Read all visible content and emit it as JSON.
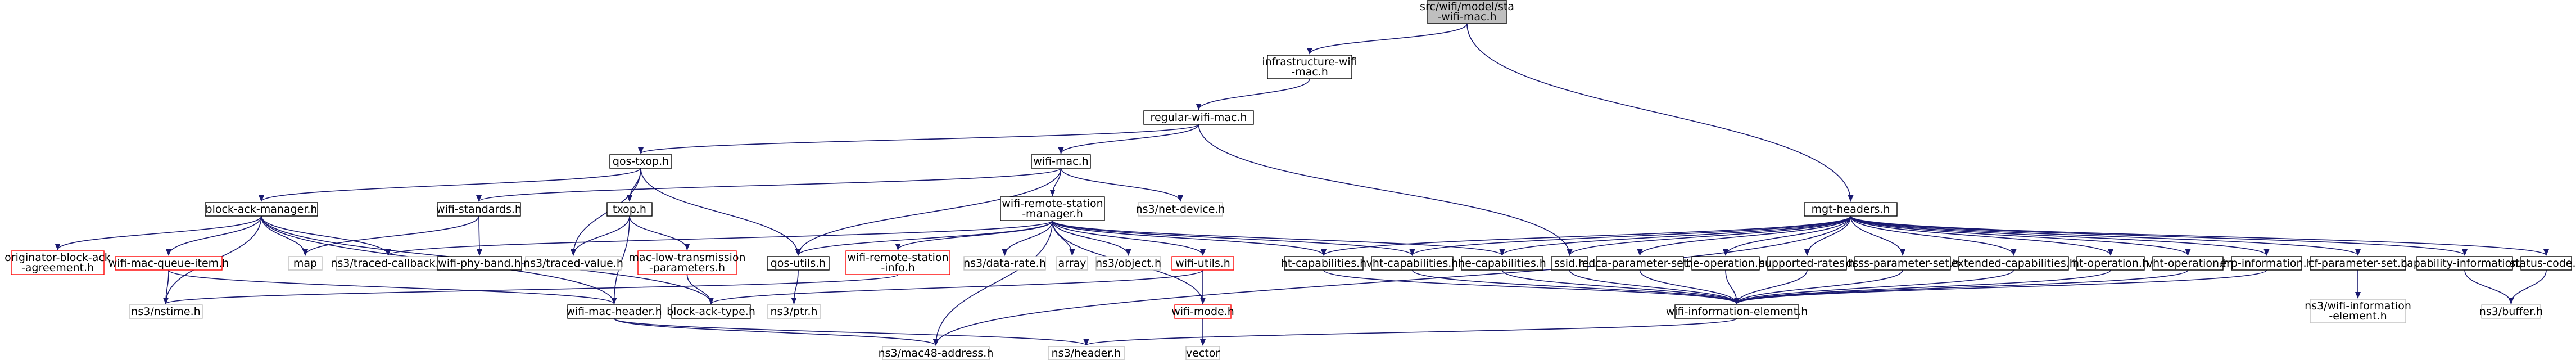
{
  "colors": {
    "root_fill": "#bfbfbf",
    "box_border": "#000000",
    "missing_border": "#bfbfbf",
    "red_border": "#ff0000",
    "edge": "#191970",
    "text": "#000000",
    "background": "#ffffff"
  },
  "nodes": [
    {
      "id": "root",
      "lines": [
        "src/wifi/model/sta",
        "-wifi-mac.h"
      ],
      "style": "root"
    },
    {
      "id": "infra",
      "lines": [
        "infrastructure-wifi",
        "-mac.h"
      ],
      "style": "box"
    },
    {
      "id": "regular",
      "lines": [
        "regular-wifi-mac.h"
      ],
      "style": "box"
    },
    {
      "id": "qostxop",
      "lines": [
        "qos-txop.h"
      ],
      "style": "box"
    },
    {
      "id": "wifimac",
      "lines": [
        "wifi-mac.h"
      ],
      "style": "box"
    },
    {
      "id": "blockack",
      "lines": [
        "block-ack-manager.h"
      ],
      "style": "box"
    },
    {
      "id": "wifistd",
      "lines": [
        "wifi-standards.h"
      ],
      "style": "box"
    },
    {
      "id": "txop",
      "lines": [
        "txop.h"
      ],
      "style": "box"
    },
    {
      "id": "wrsm",
      "lines": [
        "wifi-remote-station",
        "-manager.h"
      ],
      "style": "box"
    },
    {
      "id": "netdev",
      "lines": [
        "ns3/net-device.h"
      ],
      "style": "plain"
    },
    {
      "id": "mgt",
      "lines": [
        "mgt-headers.h"
      ],
      "style": "box"
    },
    {
      "id": "orig",
      "lines": [
        "originator-block-ack",
        "-agreement.h"
      ],
      "style": "red"
    },
    {
      "id": "queueitem",
      "lines": [
        "wifi-mac-queue-item.h"
      ],
      "style": "red"
    },
    {
      "id": "map",
      "lines": [
        "map"
      ],
      "style": "plain"
    },
    {
      "id": "tracedcb",
      "lines": [
        "ns3/traced-callback.h"
      ],
      "style": "plain"
    },
    {
      "id": "phyband",
      "lines": [
        "wifi-phy-band.h"
      ],
      "style": "box"
    },
    {
      "id": "tracedval",
      "lines": [
        "ns3/traced-value.h"
      ],
      "style": "plain"
    },
    {
      "id": "macltp",
      "lines": [
        "mac-low-transmission",
        "-parameters.h"
      ],
      "style": "red"
    },
    {
      "id": "qosutils",
      "lines": [
        "qos-utils.h"
      ],
      "style": "box"
    },
    {
      "id": "wrsi",
      "lines": [
        "wifi-remote-station",
        "-info.h"
      ],
      "style": "red"
    },
    {
      "id": "datarate",
      "lines": [
        "ns3/data-rate.h"
      ],
      "style": "plain"
    },
    {
      "id": "array",
      "lines": [
        "array"
      ],
      "style": "plain"
    },
    {
      "id": "object",
      "lines": [
        "ns3/object.h"
      ],
      "style": "plain"
    },
    {
      "id": "wifiutils",
      "lines": [
        "wifi-utils.h"
      ],
      "style": "red"
    },
    {
      "id": "htcap",
      "lines": [
        "ht-capabilities.h"
      ],
      "style": "box"
    },
    {
      "id": "vhtcap",
      "lines": [
        "vht-capabilities.h"
      ],
      "style": "box"
    },
    {
      "id": "hecap",
      "lines": [
        "he-capabilities.h"
      ],
      "style": "box"
    },
    {
      "id": "ssid",
      "lines": [
        "ssid.h"
      ],
      "style": "box"
    },
    {
      "id": "edca",
      "lines": [
        "edca-parameter-set.h"
      ],
      "style": "box"
    },
    {
      "id": "heop",
      "lines": [
        "he-operation.h"
      ],
      "style": "box"
    },
    {
      "id": "suprates",
      "lines": [
        "supported-rates.h"
      ],
      "style": "box"
    },
    {
      "id": "dsss",
      "lines": [
        "dsss-parameter-set.h"
      ],
      "style": "box"
    },
    {
      "id": "extcap",
      "lines": [
        "extended-capabilities.h"
      ],
      "style": "box"
    },
    {
      "id": "htop",
      "lines": [
        "ht-operation.h"
      ],
      "style": "box"
    },
    {
      "id": "vhtop",
      "lines": [
        "vht-operation.h"
      ],
      "style": "box"
    },
    {
      "id": "erp",
      "lines": [
        "erp-information.h"
      ],
      "style": "box"
    },
    {
      "id": "cfparam",
      "lines": [
        "cf-parameter-set.h"
      ],
      "style": "box"
    },
    {
      "id": "capinfo",
      "lines": [
        "capability-information.h"
      ],
      "style": "box"
    },
    {
      "id": "status",
      "lines": [
        "status-code.h"
      ],
      "style": "box"
    },
    {
      "id": "nstime",
      "lines": [
        "ns3/nstime.h"
      ],
      "style": "plain"
    },
    {
      "id": "macheader",
      "lines": [
        "wifi-mac-header.h"
      ],
      "style": "box"
    },
    {
      "id": "blockacktype",
      "lines": [
        "block-ack-type.h"
      ],
      "style": "box"
    },
    {
      "id": "ptr",
      "lines": [
        "ns3/ptr.h"
      ],
      "style": "plain"
    },
    {
      "id": "wifimode",
      "lines": [
        "wifi-mode.h"
      ],
      "style": "red"
    },
    {
      "id": "wie",
      "lines": [
        "wifi-information-element.h"
      ],
      "style": "box"
    },
    {
      "id": "nswie",
      "lines": [
        "ns3/wifi-information",
        "-element.h"
      ],
      "style": "plain"
    },
    {
      "id": "buffer",
      "lines": [
        "ns3/buffer.h"
      ],
      "style": "plain"
    },
    {
      "id": "vector",
      "lines": [
        "vector"
      ],
      "style": "plain"
    },
    {
      "id": "mac48",
      "lines": [
        "ns3/mac48-address.h"
      ],
      "style": "plain"
    },
    {
      "id": "header",
      "lines": [
        "ns3/header.h"
      ],
      "style": "plain"
    }
  ],
  "edges": [
    [
      "root",
      "infra"
    ],
    [
      "root",
      "mgt"
    ],
    [
      "infra",
      "regular"
    ],
    [
      "regular",
      "qostxop"
    ],
    [
      "regular",
      "wifimac"
    ],
    [
      "regular",
      "ssid"
    ],
    [
      "qostxop",
      "blockack"
    ],
    [
      "qostxop",
      "txop"
    ],
    [
      "qostxop",
      "qosutils"
    ],
    [
      "qostxop",
      "tracedval"
    ],
    [
      "wifimac",
      "wifistd"
    ],
    [
      "wifimac",
      "wrsm"
    ],
    [
      "wifimac",
      "netdev"
    ],
    [
      "wifimac",
      "qosutils"
    ],
    [
      "blockack",
      "orig"
    ],
    [
      "blockack",
      "queueitem"
    ],
    [
      "blockack",
      "map"
    ],
    [
      "blockack",
      "tracedcb"
    ],
    [
      "blockack",
      "nstime"
    ],
    [
      "blockack",
      "macheader"
    ],
    [
      "blockack",
      "blockacktype"
    ],
    [
      "wifistd",
      "phyband"
    ],
    [
      "wifistd",
      "map"
    ],
    [
      "txop",
      "tracedval"
    ],
    [
      "txop",
      "macltp"
    ],
    [
      "txop",
      "macheader"
    ],
    [
      "wrsm",
      "tracedcb"
    ],
    [
      "wrsm",
      "qosutils"
    ],
    [
      "wrsm",
      "wrsi"
    ],
    [
      "wrsm",
      "datarate"
    ],
    [
      "wrsm",
      "array"
    ],
    [
      "wrsm",
      "object"
    ],
    [
      "wrsm",
      "wifiutils"
    ],
    [
      "wrsm",
      "htcap"
    ],
    [
      "wrsm",
      "vhtcap"
    ],
    [
      "wrsm",
      "hecap"
    ],
    [
      "wrsm",
      "mac48"
    ],
    [
      "wrsm",
      "wifimode"
    ],
    [
      "mgt",
      "ssid"
    ],
    [
      "mgt",
      "edca"
    ],
    [
      "mgt",
      "heop"
    ],
    [
      "mgt",
      "suprates"
    ],
    [
      "mgt",
      "dsss"
    ],
    [
      "mgt",
      "extcap"
    ],
    [
      "mgt",
      "htop"
    ],
    [
      "mgt",
      "vhtop"
    ],
    [
      "mgt",
      "erp"
    ],
    [
      "mgt",
      "cfparam"
    ],
    [
      "mgt",
      "capinfo"
    ],
    [
      "mgt",
      "status"
    ],
    [
      "mgt",
      "htcap"
    ],
    [
      "mgt",
      "vhtcap"
    ],
    [
      "mgt",
      "hecap"
    ],
    [
      "mgt",
      "mac48"
    ],
    [
      "queueitem",
      "nstime"
    ],
    [
      "queueitem",
      "macheader"
    ],
    [
      "macltp",
      "blockacktype"
    ],
    [
      "qosutils",
      "ptr"
    ],
    [
      "wrsi",
      "nstime"
    ],
    [
      "wifiutils",
      "blockacktype"
    ],
    [
      "wifiutils",
      "wifimode"
    ],
    [
      "htcap",
      "wie"
    ],
    [
      "vhtcap",
      "wie"
    ],
    [
      "hecap",
      "wie"
    ],
    [
      "ssid",
      "wie"
    ],
    [
      "edca",
      "wie"
    ],
    [
      "heop",
      "wie"
    ],
    [
      "suprates",
      "wie"
    ],
    [
      "dsss",
      "wie"
    ],
    [
      "extcap",
      "wie"
    ],
    [
      "htop",
      "wie"
    ],
    [
      "vhtop",
      "wie"
    ],
    [
      "erp",
      "wie"
    ],
    [
      "cfparam",
      "nswie"
    ],
    [
      "capinfo",
      "buffer"
    ],
    [
      "status",
      "buffer"
    ],
    [
      "macheader",
      "mac48"
    ],
    [
      "macheader",
      "header"
    ],
    [
      "wifimode",
      "vector"
    ],
    [
      "wie",
      "header"
    ]
  ]
}
